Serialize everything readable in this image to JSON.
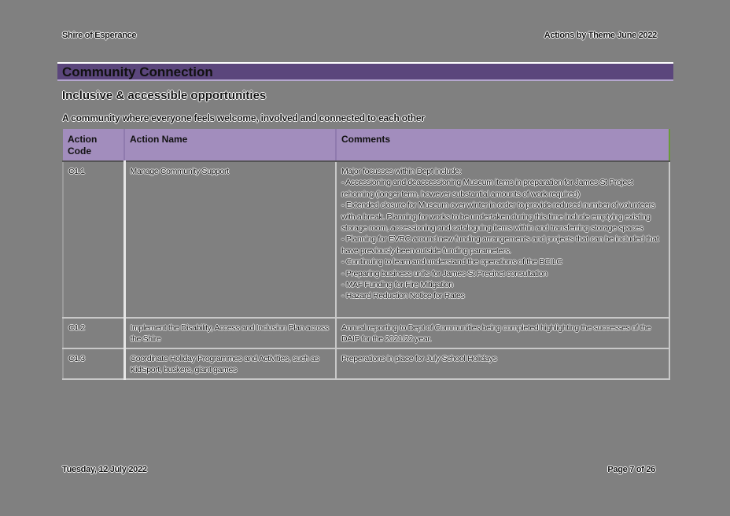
{
  "header": {
    "organisation": "Shire of Esperance",
    "report_title": "Actions by Theme June 2022"
  },
  "theme": {
    "title": "Community Connection",
    "color": "#5b467c"
  },
  "objective": {
    "title": "Inclusive & accessible opportunities",
    "description": "A community where everyone feels welcome, involved and connected to each other"
  },
  "table": {
    "header_color": "#a28dbd",
    "columns": [
      "Action Code",
      "Action Name",
      "Comments"
    ],
    "rows": [
      {
        "code": "C1.1",
        "name": "Manage Community Support",
        "comments": [
          "Major focusses within Dept include:",
          "- Accessioning and deaccessioning Museum items in preparation for James St Project rehoming (longer term, however substantial amounts of work required)",
          "- Extended closure for Museum over winter in order to provide reduced number of volunteers with a break. Planning for works to be undertaken during this time include emptying existing storage room, accessioning and cataloguing items within and transferring storage spaces",
          "- Planning for EVRC around new funding arrangements and projects that can be included that have previously been outside funding parameters.",
          "- Continuing to learn and understand the operations of the BCILC",
          "- Preparing business units for James St Precinct consultation",
          "- MAF Funding for Fire Mitigation",
          "- Hazard Reduction Notice for Rates"
        ]
      },
      {
        "code": "C1.2",
        "name": "Implement the Disability, Access and Inclusion Plan across the Shire",
        "comments": [
          "Annual reporting to Dept of Communities being completed highlighting the successes of the DAIP for the 2021/22 year."
        ]
      },
      {
        "code": "C1.3",
        "name": "Coordinate Holiday Programmes and Activities, such as KidSport, buskers, giant games",
        "comments": [
          "Preperations in place for July School Holidays"
        ]
      }
    ]
  },
  "footer": {
    "date": "Tuesday, 12 July 2022",
    "page": "Page 7 of 26"
  }
}
